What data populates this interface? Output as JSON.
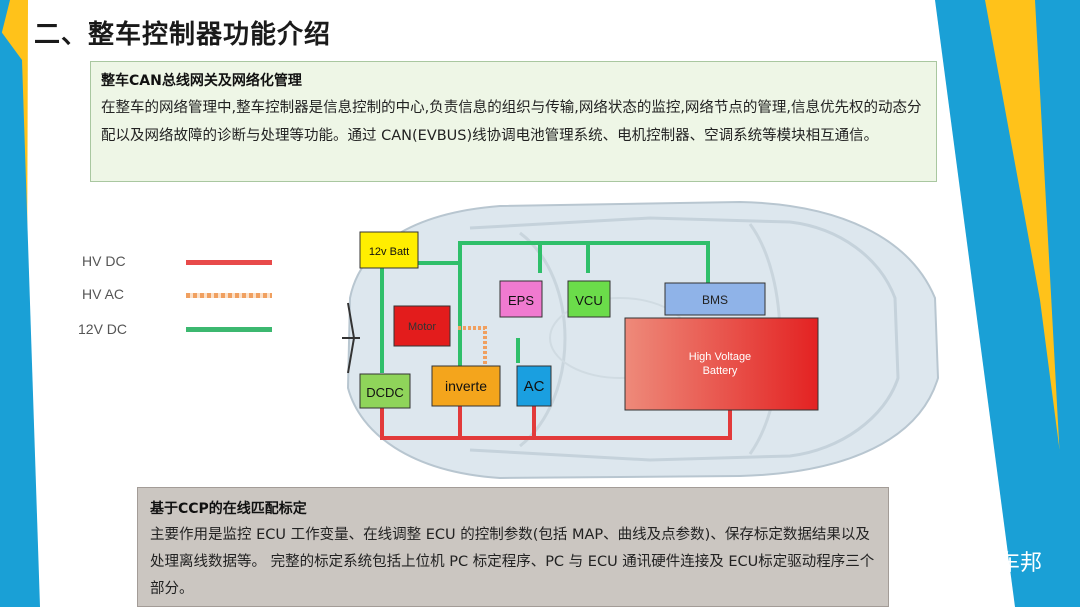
{
  "page": {
    "title": "二、整车控制器功能介绍"
  },
  "section1": {
    "heading": "整车CAN总线网关及网络化管理",
    "body": "在整车的网络管理中,整车控制器是信息控制的中心,负责信息的组织与传输,网络状态的监控,网络节点的管理,信息优先权的动态分配以及网络故障的诊断与处理等功能。通过 CAN(EVBUS)线协调电池管理系统、电机控制器、空调系统等模块相互通信。"
  },
  "legend": [
    {
      "label": "HV DC",
      "color": "#e84a4a"
    },
    {
      "label": "HV AC",
      "color": "#f0a060"
    },
    {
      "label": "12V DC",
      "color": "#3cb870"
    }
  ],
  "diagram": {
    "batt12v": "12v Batt",
    "eps": "EPS",
    "vcu": "VCU",
    "bms": "BMS",
    "motor": "Motor",
    "hv_battery_line1": "High Voltage",
    "hv_battery_line2": "Battery",
    "dcdc": "DCDC",
    "inverter": "inverte",
    "ac": "AC"
  },
  "section2": {
    "heading": "基于CCP的在线匹配标定",
    "body": "主要作用是监控 ECU 工作变量、在线调整 ECU 的控制参数(包括 MAP、曲线及点参数)、保存标定数据结果以及处理离线数据等。 完整的标定系统包括上位机 PC 标定程序、PC 与 ECU 通讯硬件连接及 ECU标定驱动程序三个部分。"
  },
  "watermark": {
    "text": "EV汽车邦"
  },
  "colors": {
    "blue": "#1aa0d6",
    "yellow": "#ffc21a",
    "green_wire": "#2fbf6a",
    "red_wire": "#e23a3a"
  }
}
